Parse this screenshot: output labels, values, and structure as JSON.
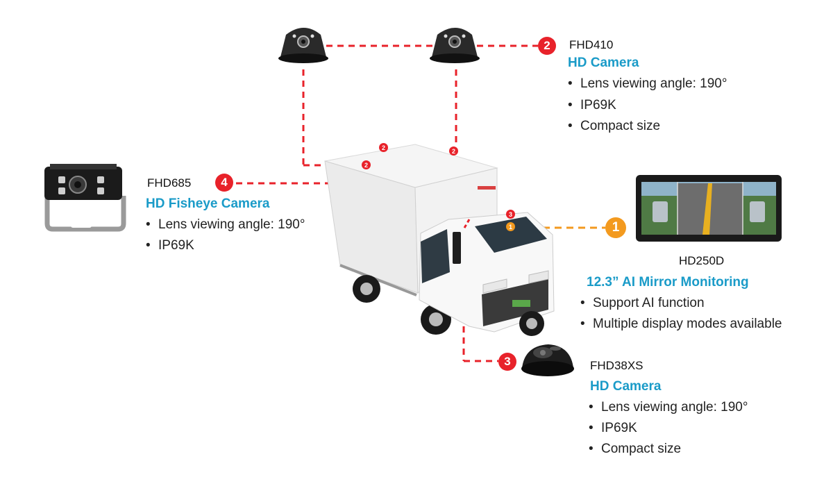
{
  "colors": {
    "accent_teal": "#1a9bc8",
    "marker_red": "#e8222a",
    "marker_orange": "#f39a1f",
    "dash_red": "#e8222a"
  },
  "cameras": [
    {
      "id": "FHD410",
      "badge": "2",
      "model": "FHD410",
      "title": "HD Camera",
      "features": [
        "Lens viewing angle: 190°",
        "IP69K",
        "Compact size"
      ]
    },
    {
      "id": "FHD685",
      "badge": "4",
      "model": "FHD685",
      "title": "HD Fisheye Camera",
      "features": [
        "Lens viewing angle: 190°",
        "IP69K"
      ]
    },
    {
      "id": "HD250D",
      "badge": "1",
      "model": "HD250D",
      "title": "12.3” AI Mirror Monitoring",
      "features": [
        "Support AI function",
        "Multiple display modes available"
      ]
    },
    {
      "id": "FHD38XS",
      "badge": "3",
      "model": "FHD38XS",
      "title": "HD Camera",
      "features": [
        "Lens viewing angle: 190°",
        "IP69K",
        "Compact size"
      ]
    }
  ],
  "truck_markers": [
    "2",
    "2",
    "2",
    "3",
    "1"
  ]
}
